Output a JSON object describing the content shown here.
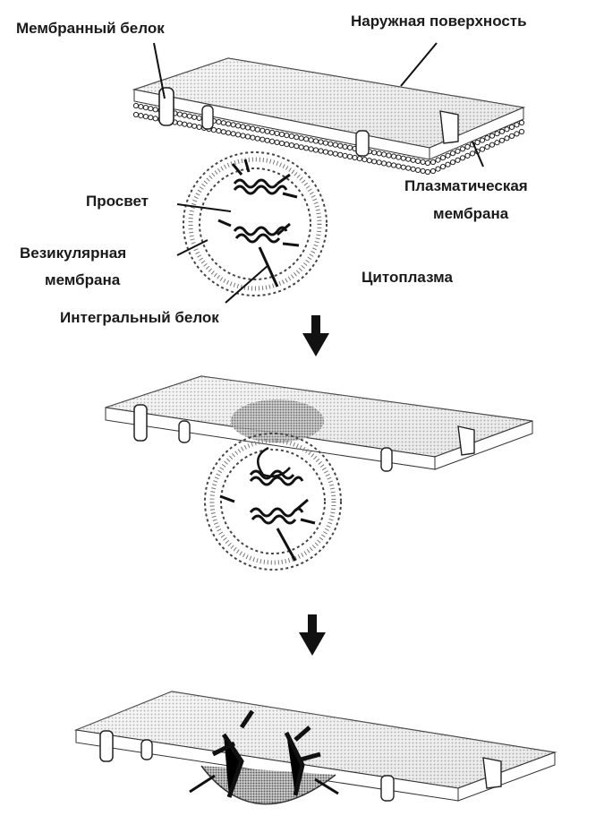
{
  "labels": {
    "membrane_protein": "Мембранный белок",
    "outer_surface": "Наружная поверхность",
    "plasma_membrane_1": "Плазматическая",
    "plasma_membrane_2": "мембрана",
    "lumen": "Просвет",
    "vesicular_membrane_1": "Везикулярная",
    "vesicular_membrane_2": "мембрана",
    "cytoplasm": "Цитоплазма",
    "integral_protein": "Интегральный белок"
  },
  "colors": {
    "ink": "#1a1a1a",
    "surface_shade": "#d4d4d4",
    "protein_dark": "#222222",
    "background": "#ffffff"
  },
  "stages": [
    "approach",
    "fusion",
    "exocytosis"
  ]
}
